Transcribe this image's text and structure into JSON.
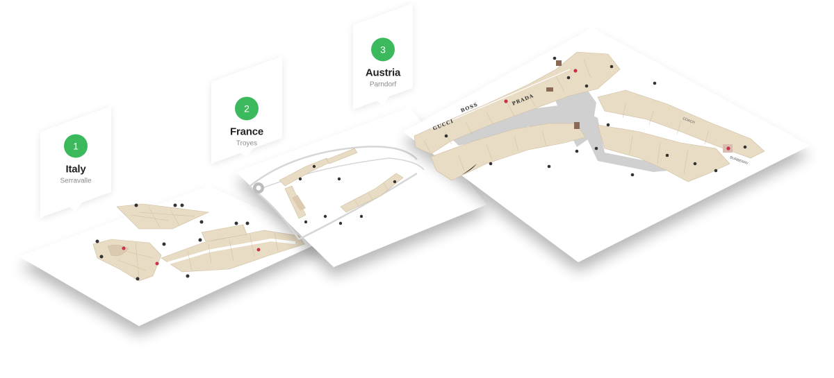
{
  "locations": [
    {
      "number": "1",
      "country": "Italy",
      "city": "Serravalle"
    },
    {
      "number": "2",
      "country": "France",
      "city": "Troyes"
    },
    {
      "number": "3",
      "country": "Austria",
      "city": "Parndorf"
    }
  ],
  "brands": {
    "boss": "BOSS",
    "prada": "PRADA",
    "gucci": "GUCCI",
    "burberry": "BURBERRY",
    "coach": "COACH"
  },
  "colors": {
    "accent_green": "#3cb95c",
    "store_fill": "#e9dcc4",
    "walkway": "#d0d0d0",
    "ground": "#ffffff"
  }
}
